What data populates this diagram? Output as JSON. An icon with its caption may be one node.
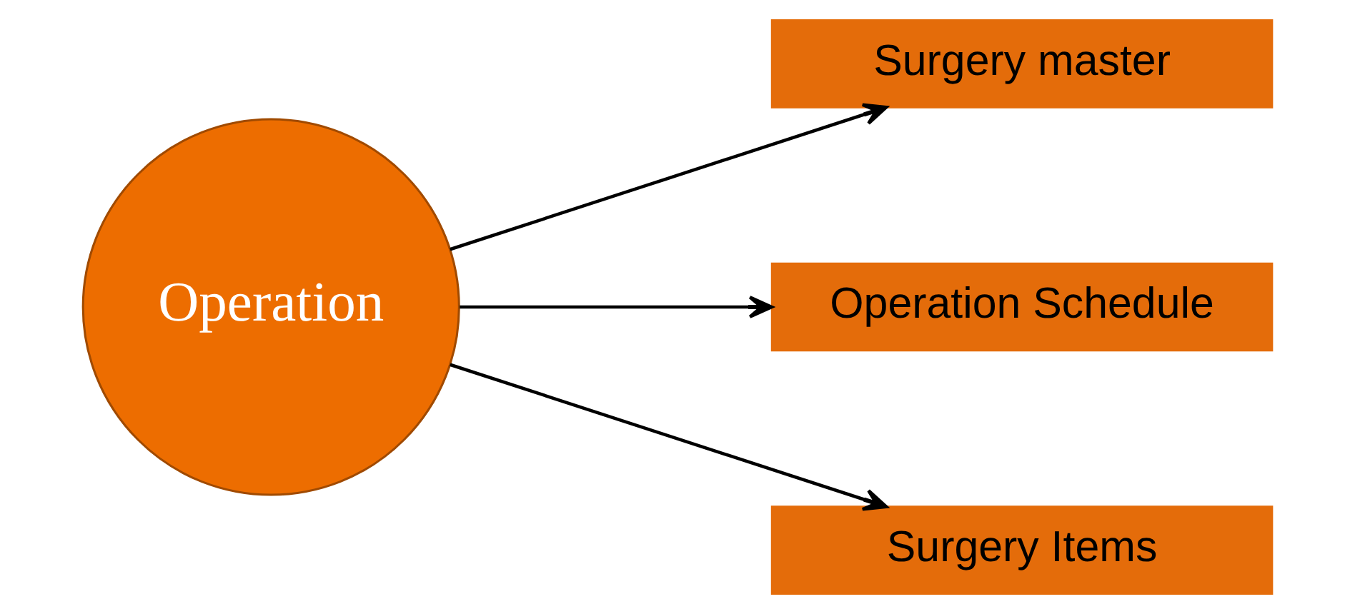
{
  "diagram": {
    "nodes": [
      {
        "text": [
          "Operation"
        ]
      },
      {
        "text": [
          "Surgery master"
        ]
      },
      {
        "text": [
          "Operation Schedule"
        ]
      },
      {
        "text": [
          "Surgery Items"
        ]
      }
    ],
    "edges": [
      {
        "from": 0,
        "to": 1,
        "arrow": "to"
      },
      {
        "from": 0,
        "to": 2,
        "arrow": "to"
      },
      {
        "from": 0,
        "to": 3,
        "arrow": "to"
      }
    ]
  }
}
